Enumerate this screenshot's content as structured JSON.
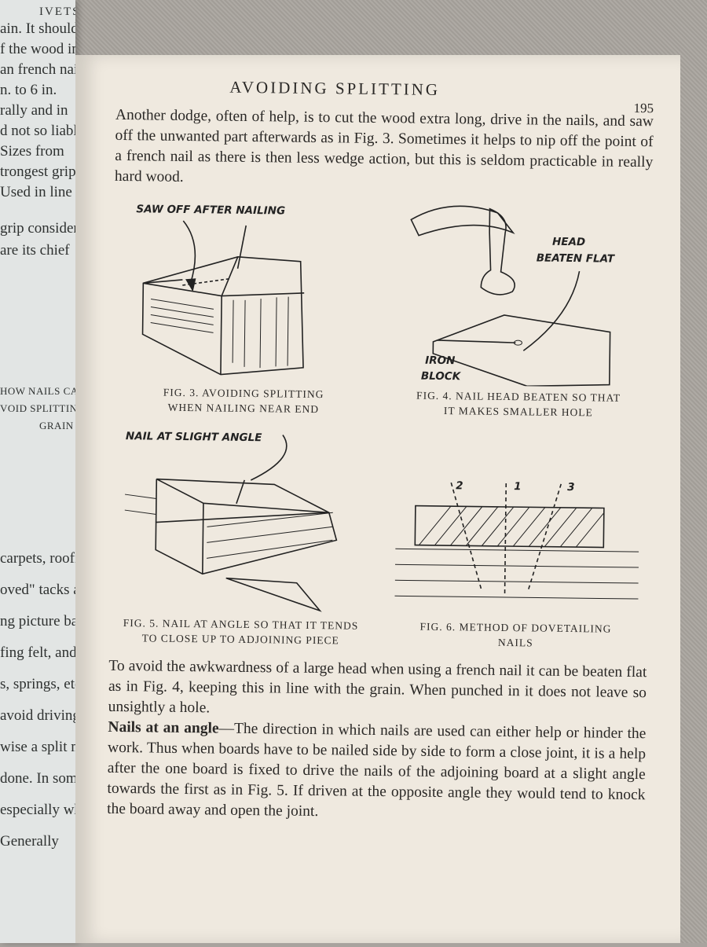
{
  "left_page": {
    "lines": [
      "ain.  It should",
      "f the wood in",
      "an french nails",
      "n. to 6 in.",
      "rally and in",
      "d not so liable",
      "Sizes from",
      "trongest grip of",
      "Used in line"
    ],
    "lines2": [
      "grip considering",
      "are its chief"
    ],
    "caption": [
      "HOW NAILS CAN BE",
      "VOID  SPLITTING",
      "GRAIN"
    ],
    "lines3": [
      "carpets, roofing",
      "oved\" tacks and",
      "ng picture backs",
      "fing felt, and some",
      "s,  springs, etc.",
      "avoid driving",
      "wise a split may",
      "done.  In some",
      "especially when",
      "Generally"
    ],
    "running_head_fragment": "IVETS"
  },
  "page": {
    "running_head": "AVOIDING SPLITTING",
    "page_number": "195",
    "intro_paragraph": "Another dodge, often of help, is to cut the wood extra long, drive in the nails, and saw off the unwanted part afterwards as in Fig. 3. Sometimes it helps to nip off the point of a french nail as there is then less wedge action, but this is seldom practicable in really hard wood.",
    "figures": [
      {
        "label": "SAW OFF AFTER NAILING",
        "caption_1": "FIG. 3.  AVOIDING  SPLITTING",
        "caption_2": "WHEN NAILING NEAR END"
      },
      {
        "label_1": "HEAD",
        "label_2": "BEATEN FLAT",
        "label_3": "IRON",
        "label_4": "BLOCK",
        "caption_1": "FIG. 4.  NAIL HEAD BEATEN SO THAT",
        "caption_2": "IT MAKES SMALLER HOLE"
      },
      {
        "label": "NAIL AT SLIGHT ANGLE",
        "caption_1": "FIG. 5.  NAIL AT ANGLE SO THAT IT TENDS",
        "caption_2": "TO CLOSE UP TO ADJOINING PIECE"
      },
      {
        "nail_labels": [
          "2",
          "1",
          "3"
        ],
        "caption_1": "FIG. 6.  METHOD OF DOVETAILING",
        "caption_2": "NAILS"
      }
    ],
    "paragraph_2": "To avoid the awkwardness of a large head when using a french nail it can be beaten flat as in Fig. 4, keeping this in line with the grain.  When punched in it does not leave so unsightly a hole.",
    "paragraph_3_heading": "Nails at an angle",
    "paragraph_3_body": "—The direction in which nails are used can either help or hinder the work.  Thus when boards have to be nailed side by side to form a close joint, it is a help after the one board is fixed to drive the nails of the adjoining board at a slight angle towards the first as in Fig. 5.  If driven at the opposite angle they would tend to knock the board away and open the joint."
  }
}
